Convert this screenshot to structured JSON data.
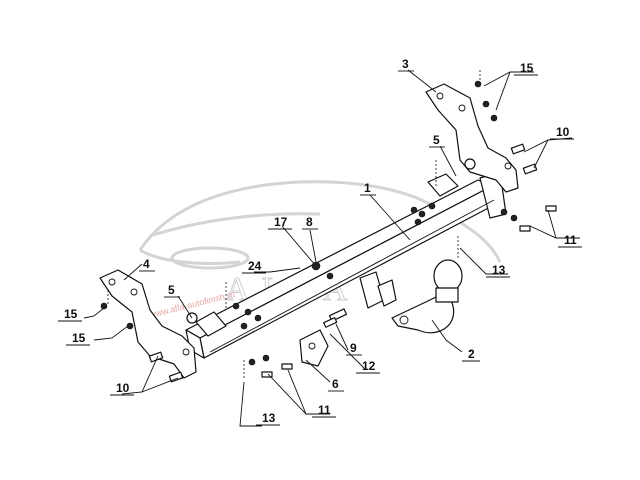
{
  "watermark": {
    "brand": "ALFA",
    "site": "www.alfa-autofinish.ru"
  },
  "callouts": [
    {
      "id": "c1",
      "label": "1"
    },
    {
      "id": "c2",
      "label": "2"
    },
    {
      "id": "c3",
      "label": "3"
    },
    {
      "id": "c4",
      "label": "4"
    },
    {
      "id": "c5a",
      "label": "5"
    },
    {
      "id": "c5b",
      "label": "5"
    },
    {
      "id": "c6",
      "label": "6"
    },
    {
      "id": "c8",
      "label": "8"
    },
    {
      "id": "c9",
      "label": "9"
    },
    {
      "id": "c10a",
      "label": "10"
    },
    {
      "id": "c10b",
      "label": "10"
    },
    {
      "id": "c11a",
      "label": "11"
    },
    {
      "id": "c11b",
      "label": "11"
    },
    {
      "id": "c12",
      "label": "12"
    },
    {
      "id": "c13a",
      "label": "13"
    },
    {
      "id": "c13b",
      "label": "13"
    },
    {
      "id": "c15a",
      "label": "15"
    },
    {
      "id": "c15b",
      "label": "15"
    },
    {
      "id": "c15c",
      "label": "15"
    },
    {
      "id": "c17",
      "label": "17"
    },
    {
      "id": "c24",
      "label": "24"
    }
  ]
}
